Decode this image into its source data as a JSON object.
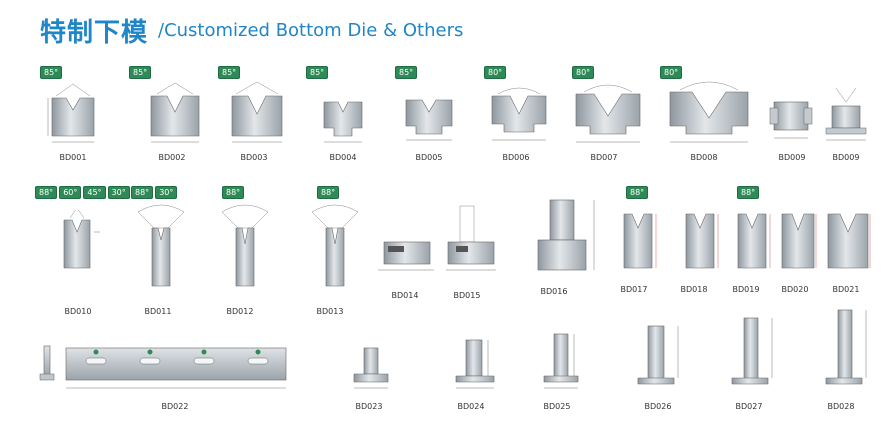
{
  "header": {
    "title_cn": "特制下模",
    "title_en": "/Customized Bottom Die & Others"
  },
  "colors": {
    "accent": "#1f86c8",
    "badge": "#2e8b57",
    "metal": "#bfc6cc"
  },
  "badges": {
    "bd001": [
      "85°"
    ],
    "bd002": [
      "85°"
    ],
    "bd003": [
      "85°"
    ],
    "bd004": [
      "85°"
    ],
    "bd005": [
      "85°"
    ],
    "bd006": [
      "80°"
    ],
    "bd007": [
      "80°"
    ],
    "bd008": [
      "80°"
    ],
    "bd010": [
      "88°",
      "60°",
      "45°",
      "30°"
    ],
    "bd011": [
      "88°",
      "30°"
    ],
    "bd012": [
      "88°"
    ],
    "bd013": [
      "88°"
    ],
    "bd017": [
      "88°"
    ],
    "bd019": [
      "88°"
    ]
  },
  "parts": {
    "bd001": "BD001",
    "bd002": "BD002",
    "bd003": "BD003",
    "bd004": "BD004",
    "bd005": "BD005",
    "bd006": "BD006",
    "bd007": "BD007",
    "bd008": "BD008",
    "bd009a": "BD009",
    "bd009b": "BD009",
    "bd010": "BD010",
    "bd011": "BD011",
    "bd012": "BD012",
    "bd013": "BD013",
    "bd014": "BD014",
    "bd015": "BD015",
    "bd016": "BD016",
    "bd017": "BD017",
    "bd018": "BD018",
    "bd019": "BD019",
    "bd020": "BD020",
    "bd021": "BD021",
    "bd022": "BD022",
    "bd023": "BD023",
    "bd024": "BD024",
    "bd025": "BD025",
    "bd026": "BD026",
    "bd027": "BD027",
    "bd028": "BD028"
  }
}
